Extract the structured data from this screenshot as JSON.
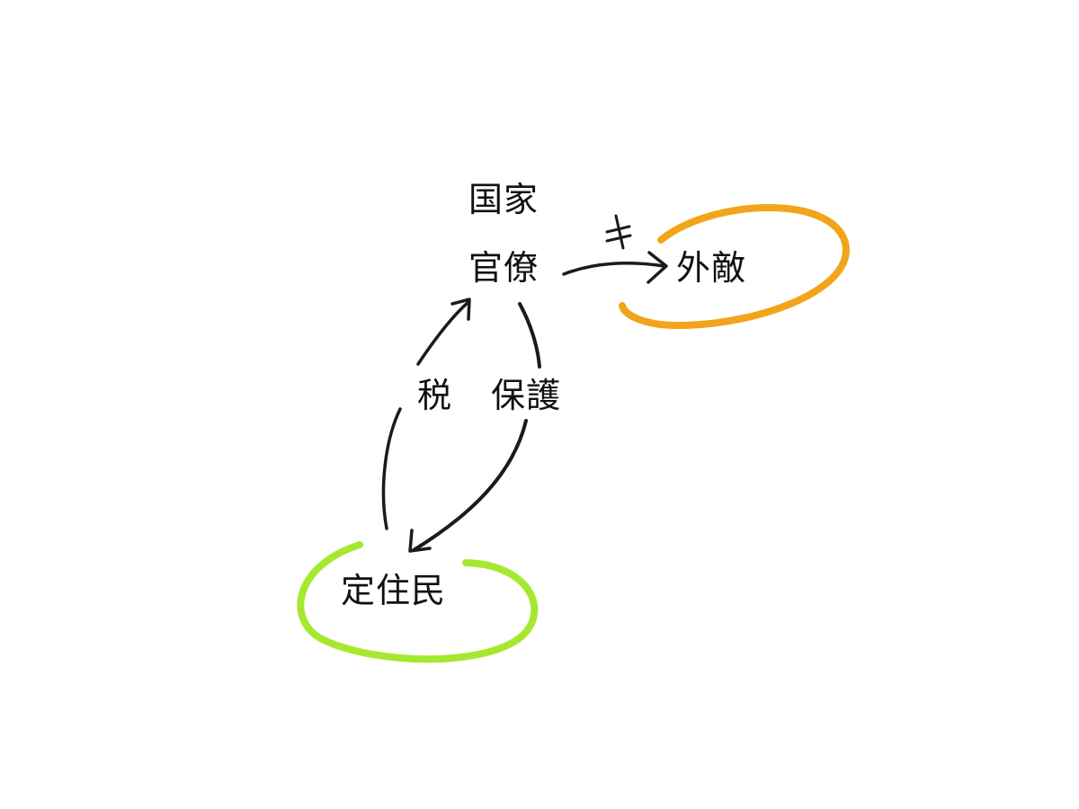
{
  "nodes": {
    "state": "国家",
    "bureaucrats": "官僚",
    "foreign_enemy": "外敵",
    "settled_residents": "定住民"
  },
  "edges": {
    "tax": "税",
    "protection": "保護",
    "not_equal": "≠"
  },
  "colors": {
    "enemy_circle": "#F2A51A",
    "residents_circle": "#A6E830",
    "ink": "#1b1b1b"
  }
}
